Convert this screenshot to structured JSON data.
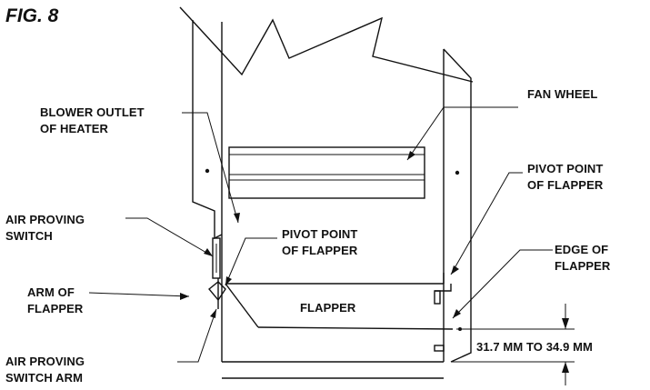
{
  "figure_label": "FIG. 8",
  "labels": {
    "blower_outlet_1": "BLOWER OUTLET",
    "blower_outlet_2": "OF HEATER",
    "fan_wheel": "FAN WHEEL",
    "pivot_right_1": "PIVOT POINT",
    "pivot_right_2": "OF FLAPPER",
    "air_switch_1": "AIR PROVING",
    "air_switch_2": "SWITCH",
    "pivot_center_1": "PIVOT POINT",
    "pivot_center_2": "OF FLAPPER",
    "edge_1": "EDGE OF",
    "edge_2": "FLAPPER",
    "arm_1": "ARM OF",
    "arm_2": "FLAPPER",
    "flapper": "FLAPPER",
    "switch_arm_1": "AIR PROVING",
    "switch_arm_2": "SWITCH ARM",
    "dimension": "31.7 MM TO 34.9 MM"
  }
}
